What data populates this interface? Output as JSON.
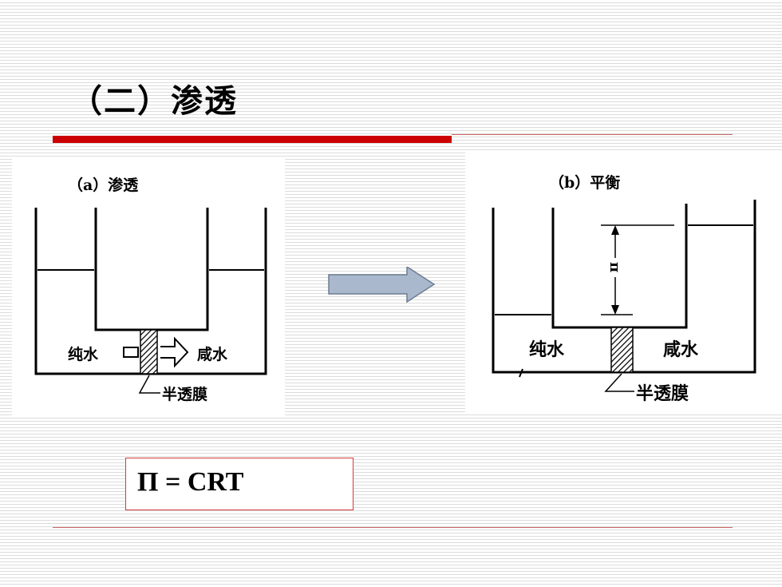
{
  "slide": {
    "title": "（二）渗透",
    "formula": "Π = CRT"
  },
  "figure_a": {
    "caption": "（a）渗透",
    "left_label": "纯水",
    "right_label": "咸水",
    "membrane_label": "半透膜"
  },
  "figure_b": {
    "caption": "（b）平衡",
    "left_label": "纯水",
    "right_label": "咸水",
    "membrane_label": "半透膜",
    "pressure_symbol": "π"
  },
  "colors": {
    "accent_red": "#cc0000",
    "arrow_fill": "#a9b8cc",
    "box_border": "#d23a3a"
  }
}
